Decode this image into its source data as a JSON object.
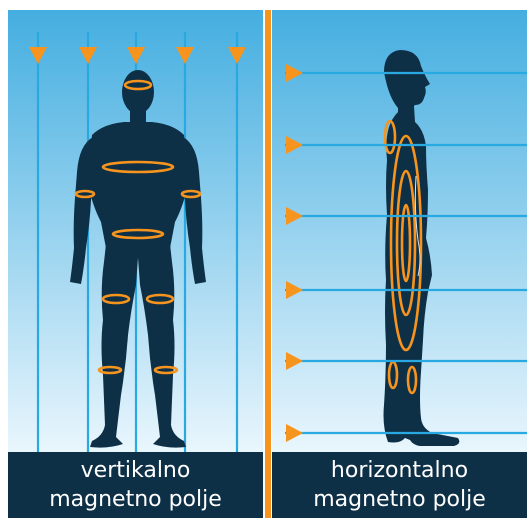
{
  "captions": {
    "left": {
      "line1": "vertikalno",
      "line2": "magnetno polje"
    },
    "right": {
      "line1": "horizontalno",
      "line2": "magnetno polje"
    }
  },
  "colors": {
    "field_line": "#29a9e1",
    "arrow": "#f7941d",
    "body": "#0e3047",
    "caption_bg": "#0e3047",
    "sky_top": "#44aee0",
    "sky_bottom": "#e9f6fd",
    "divider": "#f7941d"
  }
}
